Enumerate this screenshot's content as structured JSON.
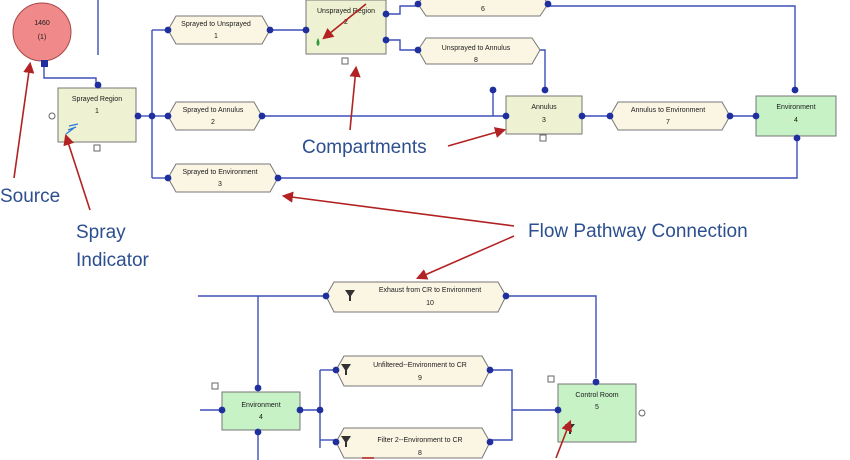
{
  "source": {
    "value": "1460",
    "index": "(1)"
  },
  "compartments": [
    {
      "title": "Unsprayed Region",
      "number": "2",
      "color": "#eef2d2"
    },
    {
      "title": "Sprayed Region",
      "number": "1",
      "color": "#eef2d2"
    },
    {
      "title": "Annulus",
      "number": "3",
      "color": "#eef2d2"
    },
    {
      "title": "Environment",
      "number": "4",
      "color": "#c6f2c6"
    },
    {
      "title": "Environment",
      "number": "4",
      "color": "#c6f2c6"
    },
    {
      "title": "Control Room",
      "number": "5",
      "color": "#c6f2c6"
    }
  ],
  "pathways": [
    {
      "title": "",
      "number": "6"
    },
    {
      "title": "Sprayed to Unsprayed",
      "number": "1"
    },
    {
      "title": "Unsprayed to Annulus",
      "number": "8"
    },
    {
      "title": "Sprayed to Annulus",
      "number": "2"
    },
    {
      "title": "Annulus to Environment",
      "number": "7"
    },
    {
      "title": "Sprayed to Environment",
      "number": "3"
    },
    {
      "title": "Exhaust from CR to Environment",
      "number": "10"
    },
    {
      "title": "Unfiltered--Environment to CR",
      "number": "9"
    },
    {
      "title": "Filter 2--Environment to CR",
      "number": "8"
    }
  ],
  "annotations": {
    "compartments": "Compartments",
    "source": "Source",
    "spray_line1": "Spray",
    "spray_line2": "Indicator",
    "flow": "Flow Pathway Connection"
  },
  "colors": {
    "line": "#3f4fb8",
    "port": "#1f2f9e",
    "arrow": "#b22222",
    "annotation_text": "#2c4f8f",
    "source_fill": "#f08a8a"
  }
}
